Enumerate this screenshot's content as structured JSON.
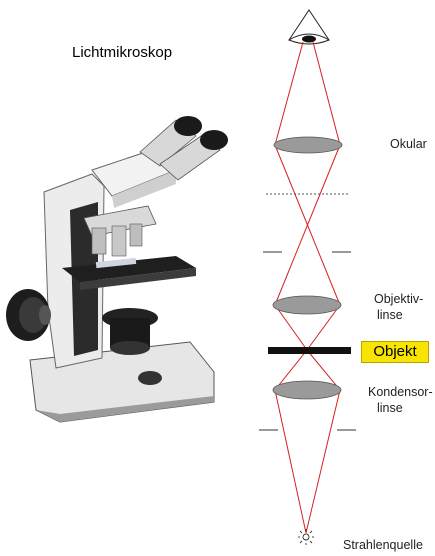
{
  "title": "Lichtmikroskop",
  "labels": {
    "ocular": "Okular",
    "objective_line1": "Objektiv-",
    "objective_line2": "linse",
    "object": "Objekt",
    "condenser_line1": "Kondensor-",
    "condenser_line2": "linse",
    "light_source": "Strahlenquelle"
  },
  "colors": {
    "ray": "#d62020",
    "lens_fill": "#9a9a9a",
    "specimen": "#111111",
    "object_label_bg": "#f7e400"
  },
  "icons": [
    "eye-icon",
    "light-source-icon",
    "microscope-photo"
  ]
}
